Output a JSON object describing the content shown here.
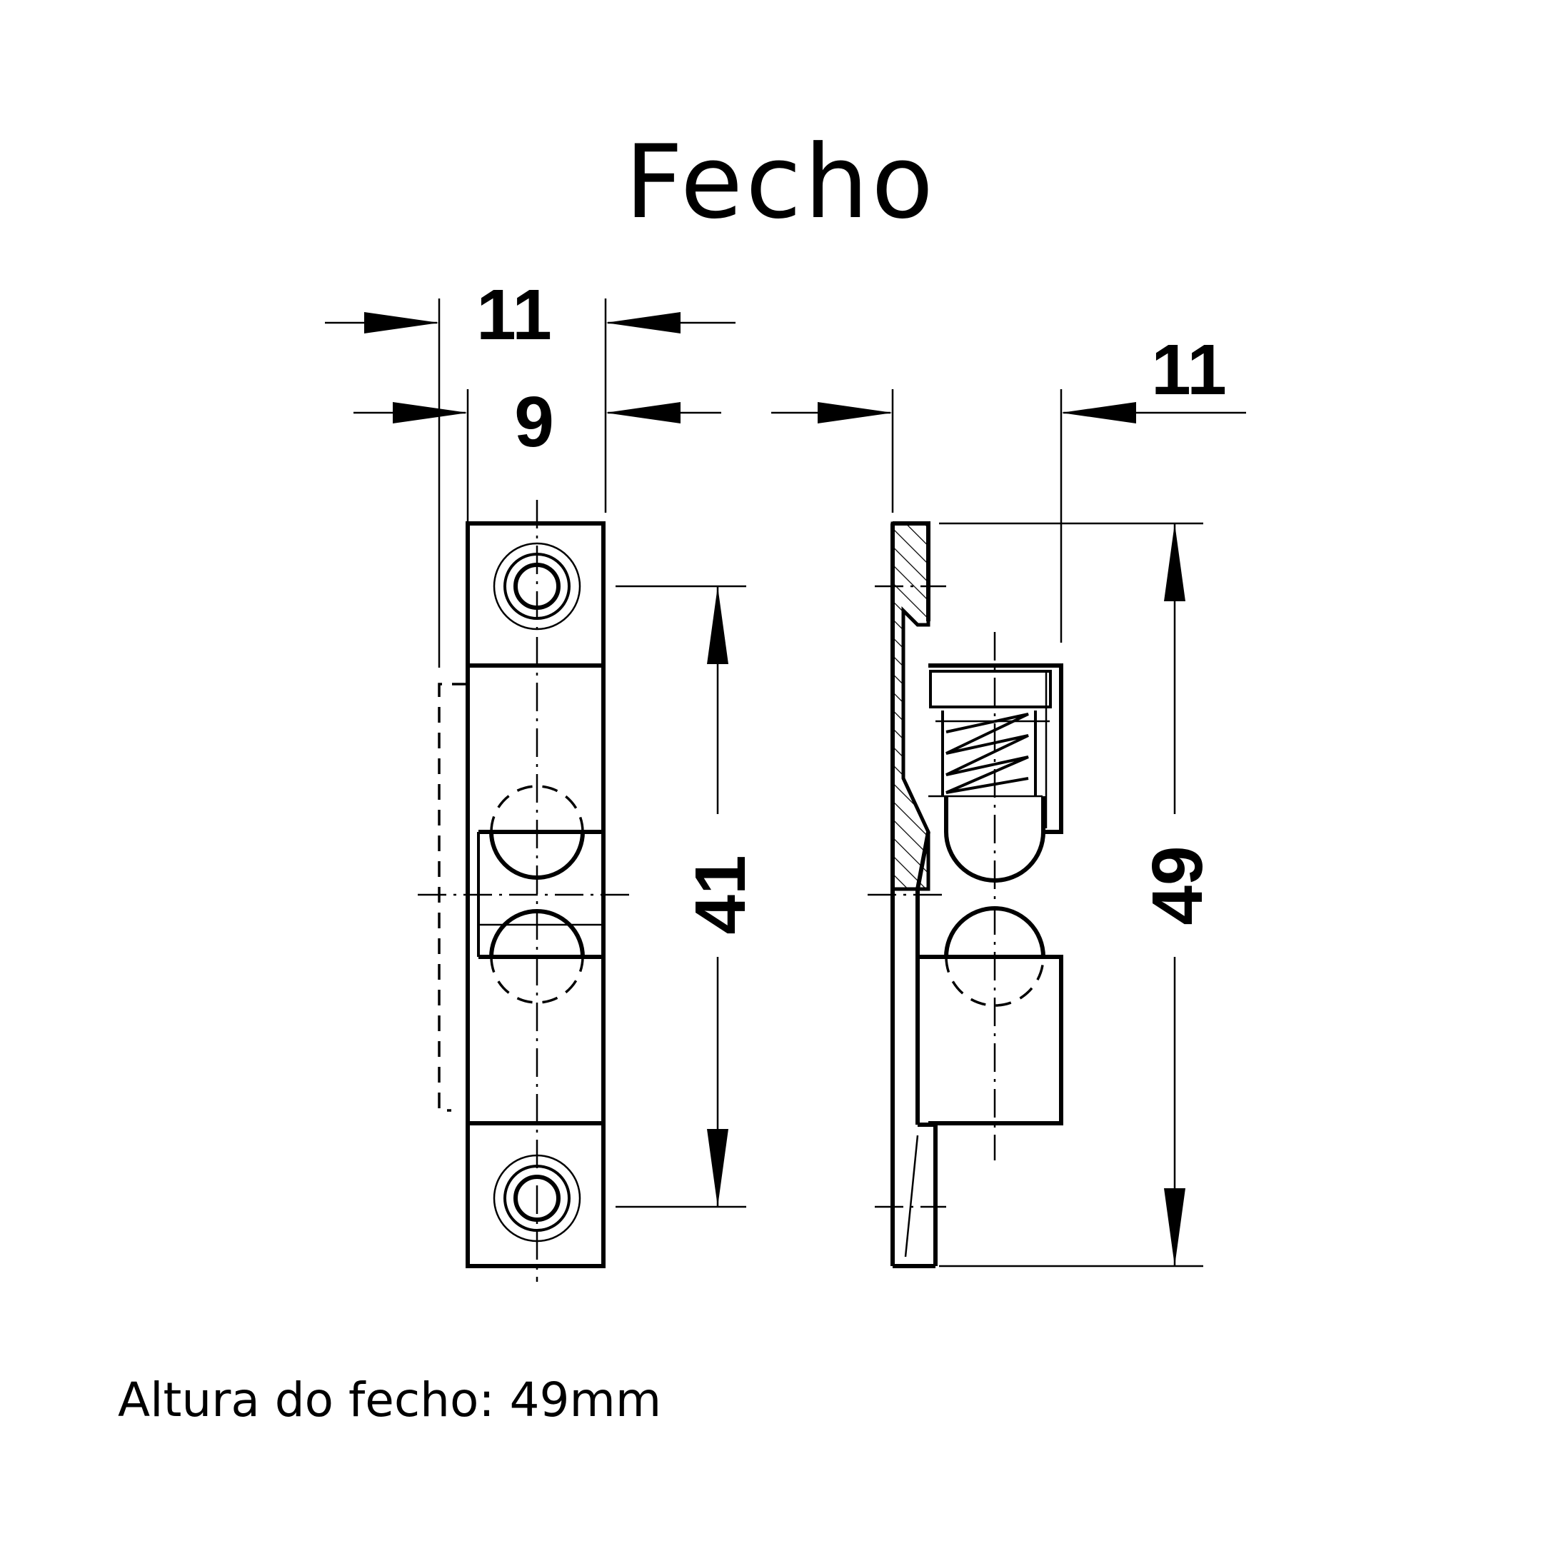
{
  "title": "Fecho",
  "caption": "Altura do fecho: 49mm",
  "dimensions": {
    "front_outer_width": "11",
    "front_inner_width": "9",
    "hole_spacing": "41",
    "side_depth": "11",
    "total_height": "49"
  }
}
